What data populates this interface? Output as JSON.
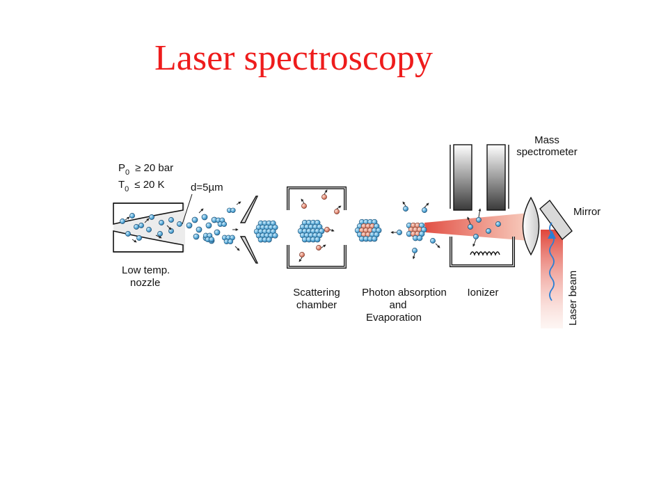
{
  "title": "Laser spectroscopy",
  "colors": {
    "title": "#ee1c1c",
    "atom_blue": "#5aaedc",
    "atom_red": "#e5907a",
    "laser_red": "#e0463a",
    "arrow_blue": "#2a7fd4"
  },
  "labels": {
    "p0": "P",
    "p0_sub": "0",
    "p0_cond": "≥ 20 bar",
    "t0": "T",
    "t0_sub": "0",
    "t0_cond": "≤ 20 K",
    "aperture": "d=5µm",
    "nozzle_line1": "Low temp.",
    "nozzle_line2": "nozzle",
    "scattering_line1": "Scattering",
    "scattering_line2": "chamber",
    "photon_line1": "Photon absorption",
    "photon_line2": "and",
    "photon_line3": "Evaporation",
    "ionizer": "Ionizer",
    "mass_line1": "Mass",
    "mass_line2": "spectrometer",
    "mirror": "Mirror",
    "laser_beam": "Laser beam"
  },
  "icons": [
    "cluster-icon",
    "atom-icon",
    "skimmer-icon",
    "lens-icon",
    "mirror-icon",
    "wavy-arrow-icon"
  ]
}
